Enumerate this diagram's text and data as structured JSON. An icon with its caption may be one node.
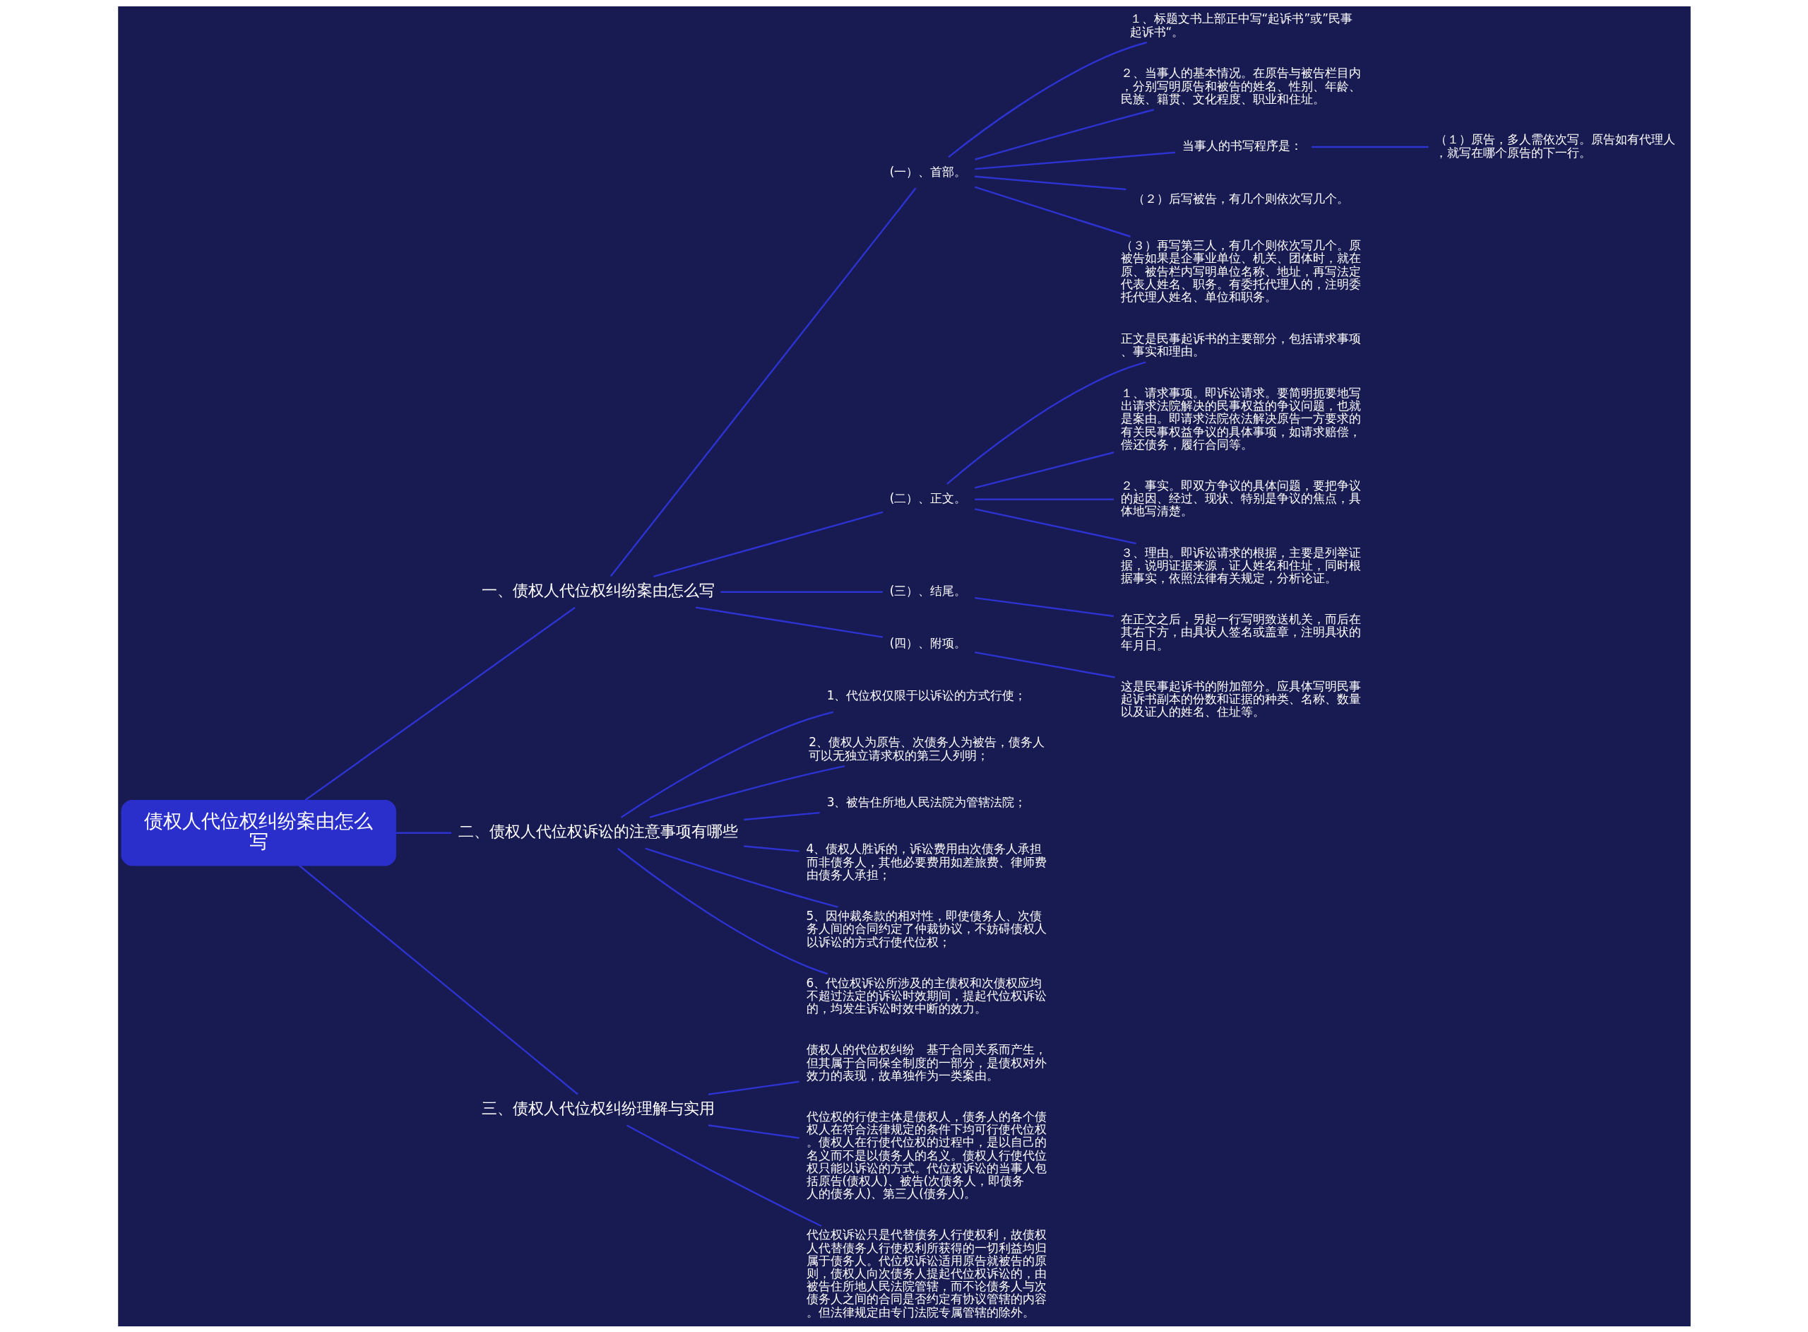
{
  "diagram": {
    "nodes": [
      {
        "text": [
          "债权人代位权纠纷案由怎么写"
        ]
      },
      {
        "text": [
          "一、债权人代位权纠纷案由怎么写"
        ]
      },
      {
        "text": [
          "(一）、首部。"
        ]
      },
      {
        "text": [
          "１、标题文书上部正中写“起诉书”或”民事起诉书“。"
        ]
      },
      {
        "text": [
          "２、当事人的基本情况。在原告与被告栏目内，分别写明原告和被告的姓名、性别、年龄、民族、籍贯、文化程度、职业和住址。"
        ]
      },
      {
        "text": [
          "当事人的书写程序是："
        ]
      },
      {
        "text": [
          "（１）原告，多人需依次写。原告如有代理人，就写在哪个原告的下一行。"
        ]
      },
      {
        "text": [
          "（２）后写被告，有几个则依次写几个。"
        ]
      },
      {
        "text": [
          "（３）再写第三人，有几个则依次写几个。原被告如果是企事业单位、机关、团体时，就在原、被告栏内写明单位名称、地址，再写法定代表人姓名、职务。有委托代理人的，注明委托代理人姓名、单位和职务。"
        ]
      },
      {
        "text": [
          "(二）、正文。"
        ]
      },
      {
        "text": [
          "正文是民事起诉书的主要部分，包括请求事项、事实和理由。"
        ]
      },
      {
        "text": [
          "１、请求事项。即诉讼请求。要简明扼要地写出请求法院解决的民事权益的争议问题，也就是案由。即请求法院依法解决原告一方要求的有关民事权益争议的具体事项，如请求赔偿，偿还债务，履行合同等。"
        ]
      },
      {
        "text": [
          "２、事实。即双方争议的具体问题，要把争议的起因、经过、现状、特别是争议的焦点，具体地写清楚。"
        ]
      },
      {
        "text": [
          "３、理由。即诉讼请求的根据，主要是列举证据，说明证据来源，证人姓名和住址，同时根据事实，依照法律有关规定，分析论证。"
        ]
      },
      {
        "text": [
          "(三）、结尾。"
        ]
      },
      {
        "text": [
          "在正文之后，另起一行写明致送机关，而后在其右下方，由具状人签名或盖章，注明具状的年月日。"
        ]
      },
      {
        "text": [
          "(四）、附项。"
        ]
      },
      {
        "text": [
          "这是民事起诉书的附加部分。应具体写明民事起诉书副本的份数和证据的种类、名称、数量以及证人的姓名、住址等。"
        ]
      },
      {
        "text": [
          "二、债权人代位权诉讼的注意事项有哪些"
        ]
      },
      {
        "text": [
          "1、代位权仅限于以诉讼的方式行使；"
        ]
      },
      {
        "text": [
          "2、债权人为原告、次债务人为被告，债务人可以无独立请求权的第三人列明；"
        ]
      },
      {
        "text": [
          "3、被告住所地人民法院为管辖法院；"
        ]
      },
      {
        "text": [
          "4、债权人胜诉的，诉讼费用由次债务人承担而非债务人，其他必要费用如差旅费、律师费由债务人承担；"
        ]
      },
      {
        "text": [
          "5、因仲裁条款的相对性，即使债务人、次债务人间的合同约定了仲裁协议，不妨碍债权人以诉讼的方式行使代位权；"
        ]
      },
      {
        "text": [
          "6、代位权诉讼所涉及的主债权和次债权应均不超过法定的诉讼时效期间，提起代位权诉讼的，均发生诉讼时效中断的效力。"
        ]
      },
      {
        "text": [
          "三、债权人代位权纠纷理解与实用"
        ]
      },
      {
        "text": [
          "债权人的代位权纠纷　基于合同关系而产生，但其属于合同保全制度的一部分，是债权对外效力的表现，故单独作为一类案由。"
        ]
      },
      {
        "text": [
          "代位权的行使主体是债权人，债务人的各个债权人在符合法律规定的条件下均可行使代位权。债权人在行使代位权的过程中，是以自己的名义而不是以债务人的名义。债权人行使代位权只能以诉讼的方式。代位权诉讼的当事人包括原告(债权人)、被告(次债务人，即债务人的债务人)、第三人(债务人)。"
        ]
      },
      {
        "text": [
          "代位权诉讼只是代替债务人行使权利，故债权人代替债务人行使权利所获得的一切利益均归属于债务人。代位权诉讼适用原告就被告的原则，债权人向次债务人提起代位权诉讼的，由被告住所地人民法院管辖，而不论债务人与次债务人之间的合同是否约定有协议管辖的内容。但法律规定由专门法院专属管辖的除外。"
        ]
      }
    ],
    "edges": [
      {
        "from": 0,
        "to": 1,
        "arrow": "none"
      },
      {
        "from": 1,
        "to": 2,
        "arrow": "none"
      },
      {
        "from": 2,
        "to": 3,
        "arrow": "none"
      },
      {
        "from": 2,
        "to": 4,
        "arrow": "none"
      },
      {
        "from": 2,
        "to": 5,
        "arrow": "none"
      },
      {
        "from": 5,
        "to": 6,
        "arrow": "none"
      },
      {
        "from": 2,
        "to": 7,
        "arrow": "none"
      },
      {
        "from": 2,
        "to": 8,
        "arrow": "none"
      },
      {
        "from": 1,
        "to": 9,
        "arrow": "none"
      },
      {
        "from": 9,
        "to": 10,
        "arrow": "none"
      },
      {
        "from": 9,
        "to": 11,
        "arrow": "none"
      },
      {
        "from": 9,
        "to": 12,
        "arrow": "none"
      },
      {
        "from": 9,
        "to": 13,
        "arrow": "none"
      },
      {
        "from": 1,
        "to": 14,
        "arrow": "none"
      },
      {
        "from": 14,
        "to": 15,
        "arrow": "none"
      },
      {
        "from": 1,
        "to": 16,
        "arrow": "none"
      },
      {
        "from": 16,
        "to": 17,
        "arrow": "none"
      },
      {
        "from": 0,
        "to": 18,
        "arrow": "none"
      },
      {
        "from": 18,
        "to": 19,
        "arrow": "none"
      },
      {
        "from": 18,
        "to": 20,
        "arrow": "none"
      },
      {
        "from": 18,
        "to": 21,
        "arrow": "none"
      },
      {
        "from": 18,
        "to": 22,
        "arrow": "none"
      },
      {
        "from": 18,
        "to": 23,
        "arrow": "none"
      },
      {
        "from": 18,
        "to": 24,
        "arrow": "none"
      },
      {
        "from": 0,
        "to": 25,
        "arrow": "none"
      },
      {
        "from": 25,
        "to": 26,
        "arrow": "none"
      },
      {
        "from": 25,
        "to": 27,
        "arrow": "none"
      },
      {
        "from": 25,
        "to": 28,
        "arrow": "none"
      }
    ]
  }
}
